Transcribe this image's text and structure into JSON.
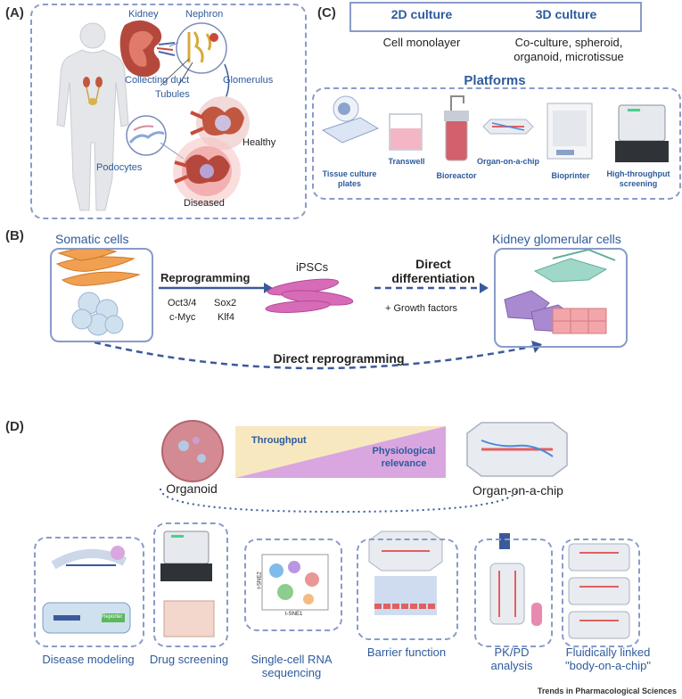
{
  "panel_labels": {
    "a": "(A)",
    "b": "(B)",
    "c": "(C)",
    "d": "(D)"
  },
  "panel_a": {
    "kidney": "Kidney",
    "nephron": "Nephron",
    "collecting_duct": "Collecting duct",
    "tubules": "Tubules",
    "glomerulus": "Glomerulus",
    "healthy": "Healthy",
    "podocytes": "Podocytes",
    "diseased": "Diseased"
  },
  "panel_c": {
    "col_2d": "2D culture",
    "col_3d": "3D culture",
    "desc_2d": "Cell monolayer",
    "desc_3d_line1": "Co-culture, spheroid,",
    "desc_3d_line2": "organoid, microtissue",
    "platforms_title": "Platforms",
    "platforms": [
      {
        "l1": "Tissue culture",
        "l2": "plates"
      },
      {
        "l1": "Transwell",
        "l2": ""
      },
      {
        "l1": "Bioreactor",
        "l2": ""
      },
      {
        "l1": "Organ-on-a-chip",
        "l2": ""
      },
      {
        "l1": "Bioprinter",
        "l2": ""
      },
      {
        "l1": "High-throughput",
        "l2": "screening"
      }
    ]
  },
  "panel_b": {
    "somatic": "Somatic cells",
    "reprogramming": "Reprogramming",
    "oct": "Oct3/4",
    "sox": "Sox2",
    "cmyc": "c-Myc",
    "klf": "Klf4",
    "ipscs": "iPSCs",
    "direct_diff_1": "Direct",
    "direct_diff_2": "differentiation",
    "growth": "+ Growth factors",
    "kidney_cells": "Kidney glomerular cells",
    "direct_reprog": "Direct reprogramming"
  },
  "panel_d": {
    "organoid": "Organoid",
    "throughput": "Throughput",
    "phys_1": "Physiological",
    "phys_2": "relevance",
    "ooc": "Organ-on-a-chip",
    "apps": [
      {
        "l1": "Disease modeling",
        "l2": ""
      },
      {
        "l1": "Drug screening",
        "l2": ""
      },
      {
        "l1": "Single-cell RNA",
        "l2": "sequencing"
      },
      {
        "l1": "Barrier function",
        "l2": ""
      },
      {
        "l1": "PK/PD",
        "l2": "analysis"
      },
      {
        "l1": "Fluidically linked",
        "l2": "\"body-on-a-chip\""
      }
    ],
    "tsne_x": "t-SNE1",
    "tsne_y": "t-SNE2",
    "reporter": "Reporter"
  },
  "footer": "Trends in Pharmacological Sciences"
}
